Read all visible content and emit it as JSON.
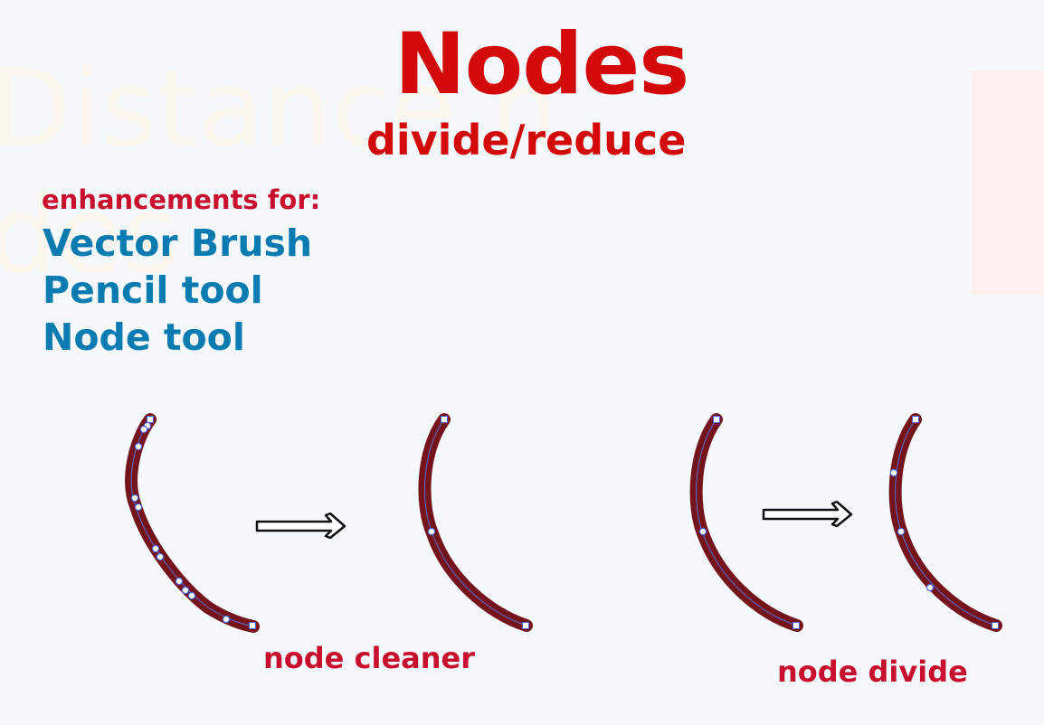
{
  "background_text": {
    "line1": "Distance n",
    "line2": "des"
  },
  "title": "Nodes",
  "subtitle": "divide/reduce",
  "enhancements": {
    "label": "enhancements for:",
    "items": [
      "Vector Brush",
      "Pencil tool",
      "Node tool"
    ]
  },
  "captions": {
    "cleaner": "node cleaner",
    "divide": "node divide"
  },
  "icons": {
    "arrow": "right-arrow-icon",
    "node": "node-point-icon",
    "end_node": "end-node-icon"
  },
  "colors": {
    "title_red": "#d20a0a",
    "label_red": "#c8102e",
    "feature_blue": "#0a7bb0",
    "stroke_maroon": "#76141c",
    "path_line": "#5a6fd0"
  }
}
